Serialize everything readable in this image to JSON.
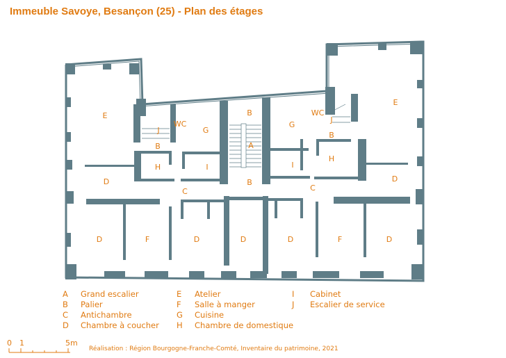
{
  "title": "Immeuble Savoye, Besançon (25) - Plan des étages",
  "rooms": [
    "E",
    "J",
    "WC",
    "G",
    "B",
    "H",
    "I",
    "D",
    "C",
    "B",
    "A",
    "B",
    "G",
    "WC",
    "J",
    "B",
    "E",
    "I",
    "H",
    "C",
    "D",
    "D",
    "F",
    "D",
    "D",
    "D",
    "F",
    "D"
  ],
  "legend": {
    "col1": [
      {
        "k": "A",
        "v": "Grand escalier"
      },
      {
        "k": "B",
        "v": "Palier"
      },
      {
        "k": "C",
        "v": "Antichambre"
      },
      {
        "k": "D",
        "v": "Chambre à coucher"
      }
    ],
    "col2": [
      {
        "k": "E",
        "v": "Atelier"
      },
      {
        "k": "F",
        "v": "Salle à manger"
      },
      {
        "k": "G",
        "v": "Cuisine"
      },
      {
        "k": "H",
        "v": "Chambre de domestique"
      }
    ],
    "col3": [
      {
        "k": "I",
        "v": "Cabinet"
      },
      {
        "k": "J",
        "v": "Escalier de service"
      }
    ]
  },
  "scale": {
    "zero": "0",
    "one": "1",
    "five": "5m"
  },
  "credit": "Réalisation : Région Bourgogne-Franche-Comté, Inventaire du patrimoine, 2021",
  "colors": {
    "accent": "#e07b12",
    "wall": "#5f7d87"
  }
}
